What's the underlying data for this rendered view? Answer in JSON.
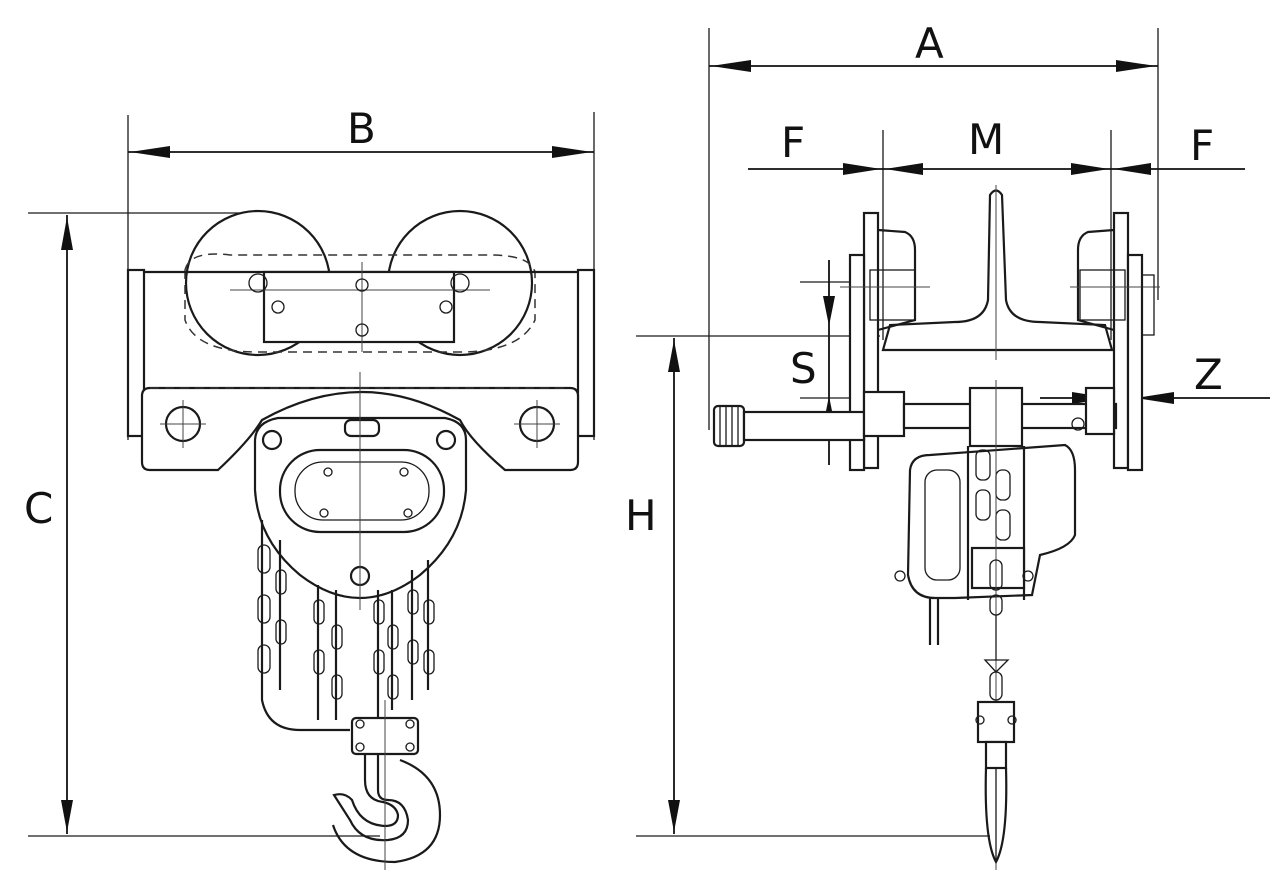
{
  "labels": {
    "A": "A",
    "B": "B",
    "C": "C",
    "F_left": "F",
    "F_right": "F",
    "M": "M",
    "S": "S",
    "Z": "Z",
    "H": "H"
  }
}
